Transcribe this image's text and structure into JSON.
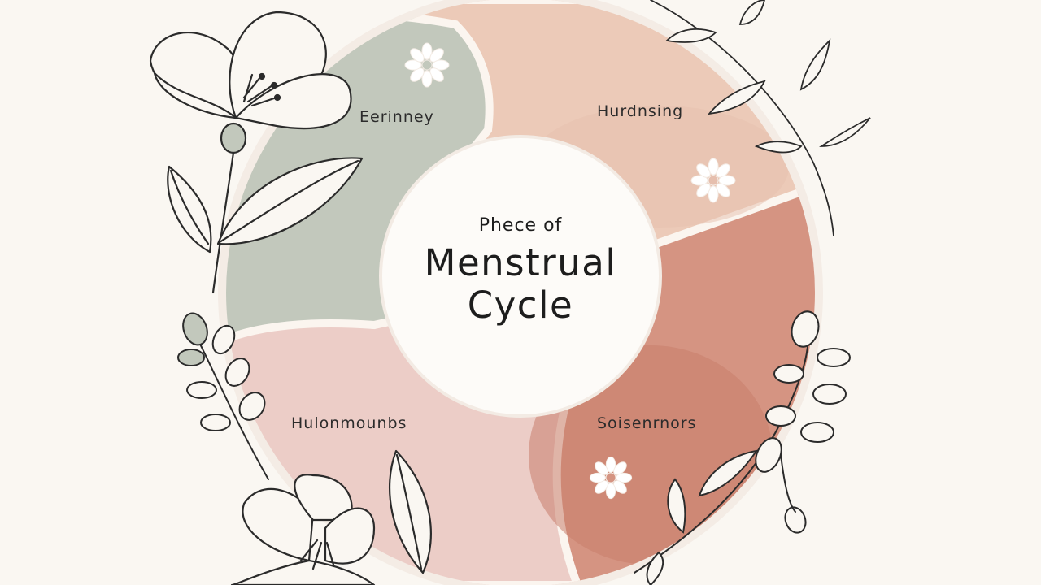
{
  "center": {
    "subtitle": "Phece of",
    "title_line1": "Menstrual",
    "title_line2": "Cycle"
  },
  "phases": [
    {
      "label": "Eerinney",
      "color": "#c2c8bc"
    },
    {
      "label": "Hurdnsing",
      "color": "#eccab8"
    },
    {
      "label": "Hulonmounbs",
      "color": "#eccdc7"
    },
    {
      "label": "Soisenrnors",
      "color": "#d59482"
    }
  ],
  "colors": {
    "background": "#faf7f2",
    "outline": "#2b2b2b",
    "center_circle": "#fdfbf8",
    "flower_icon": "#ffffff"
  },
  "icons": [
    "flower-icon",
    "flower-icon",
    "flower-icon",
    "botanical-illustration"
  ]
}
